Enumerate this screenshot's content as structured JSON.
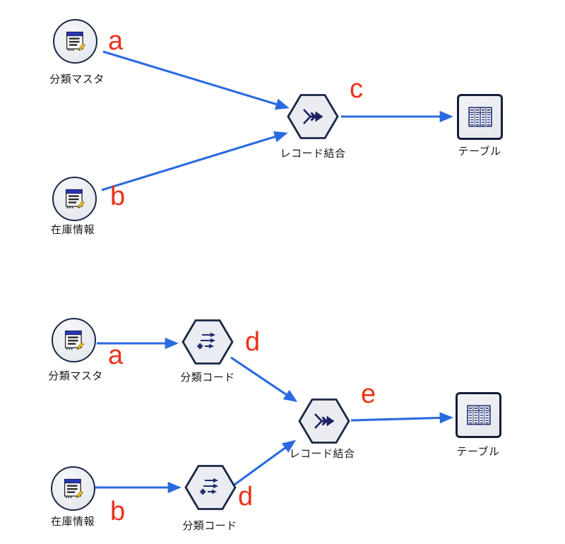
{
  "colors": {
    "background": "#ffffff",
    "arrow_blue": "#2a6ae0",
    "annotation_red": "#ec3118",
    "node_fill": "#e9ebf0",
    "node_border": "#1a2845",
    "table_border": "#131f3a",
    "icon_navy": "#1d2a66",
    "label_text": "#171717"
  },
  "icons": {
    "source": "document-edit-icon",
    "derive": "derive-arrows-plus-icon",
    "merge": "merge-arrow-icon",
    "table": "table-grid-icon"
  },
  "diagram_top": {
    "nodes": {
      "source1": "分類マスタ",
      "source2": "在庫情報",
      "merge": "レコード結合",
      "table": "テーブル"
    },
    "annotations": {
      "a": "a",
      "b": "b",
      "c": "c"
    }
  },
  "diagram_bottom": {
    "nodes": {
      "source1": "分類マスタ",
      "source2": "在庫情報",
      "derive1": "分類コード",
      "derive2": "分類コード",
      "merge": "レコード結合",
      "table": "テーブル"
    },
    "annotations": {
      "a": "a",
      "b": "b",
      "d1": "d",
      "d2": "d",
      "e": "e"
    }
  }
}
